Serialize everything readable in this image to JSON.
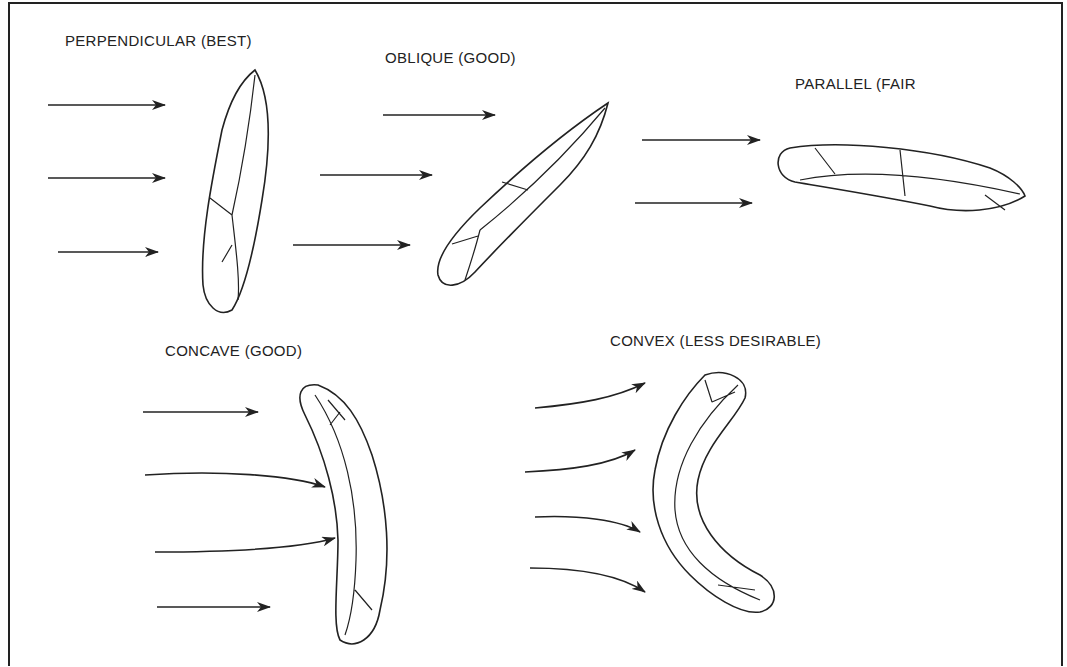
{
  "diagram": {
    "labels": [
      "PERPENDICULAR (BEST)",
      "OBLIQUE (GOOD)",
      "PARALLEL (FAIR",
      "CONCAVE (GOOD)",
      "CONVEX (LESS DESIRABLE)"
    ]
  }
}
